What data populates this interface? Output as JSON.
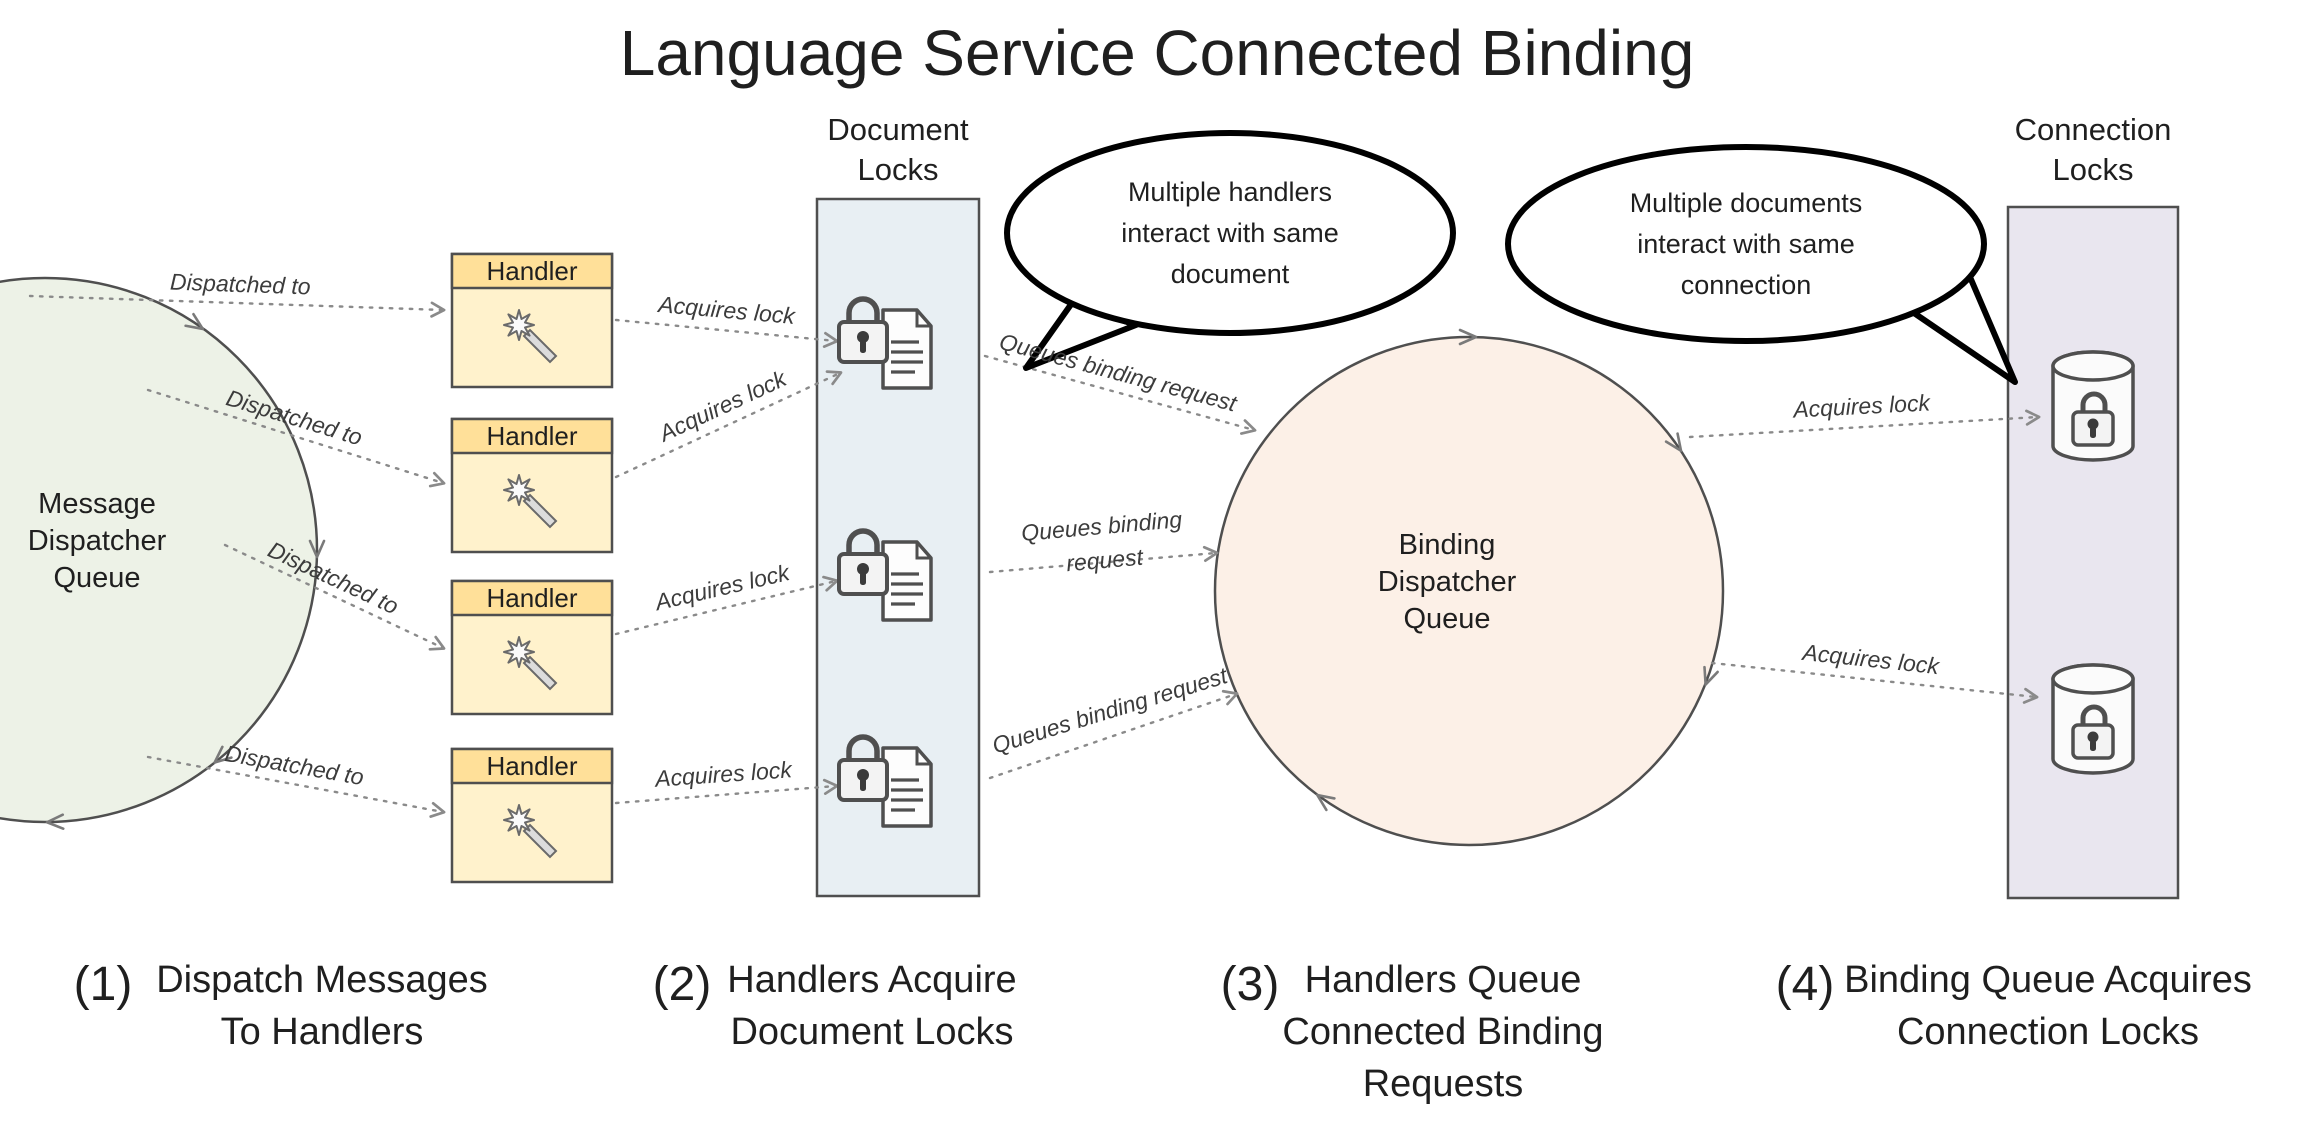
{
  "title": "Language Service Connected Binding",
  "message_queue": {
    "line1": "Message",
    "line2": "Dispatcher",
    "line3": "Queue"
  },
  "binding_queue": {
    "line1": "Binding",
    "line2": "Dispatcher",
    "line3": "Queue"
  },
  "handlers": {
    "label": "Handler"
  },
  "document_locks": {
    "title_line1": "Document",
    "title_line2": "Locks"
  },
  "connection_locks": {
    "title_line1": "Connection",
    "title_line2": "Locks"
  },
  "bubble_handlers": {
    "line1": "Multiple handlers",
    "line2": "interact with same",
    "line3": "document"
  },
  "bubble_documents": {
    "line1": "Multiple documents",
    "line2": "interact with same",
    "line3": "connection"
  },
  "edge_labels": {
    "dispatched_to": "Dispatched to",
    "acquires_lock": "Acquires lock",
    "queues_binding_request": "Queues binding request",
    "queues_binding_line1": "Queues binding",
    "queues_binding_line2": "request"
  },
  "captions": {
    "c1": {
      "num": "(1)",
      "line1": "Dispatch Messages",
      "line2": "To Handlers"
    },
    "c2": {
      "num": "(2)",
      "line1": "Handlers Acquire",
      "line2": "Document Locks"
    },
    "c3": {
      "num": "(3)",
      "line1": "Handlers Queue",
      "line2": "Connected Binding",
      "line3": "Requests"
    },
    "c4": {
      "num": "(4)",
      "line1": "Binding Queue Acquires",
      "line2": "Connection Locks"
    }
  },
  "colors": {
    "message_queue_fill": "#edf2e7",
    "binding_queue_fill": "#fcf0e7",
    "handler_header_fill": "#ffe099",
    "handler_body_fill": "#fff2cc",
    "document_locks_fill": "#e8eff3",
    "connection_locks_fill": "#e9e6ef",
    "outline": "#4f4f4f",
    "dotted_line": "#8a8a8a",
    "bubble_stroke": "#000000"
  }
}
